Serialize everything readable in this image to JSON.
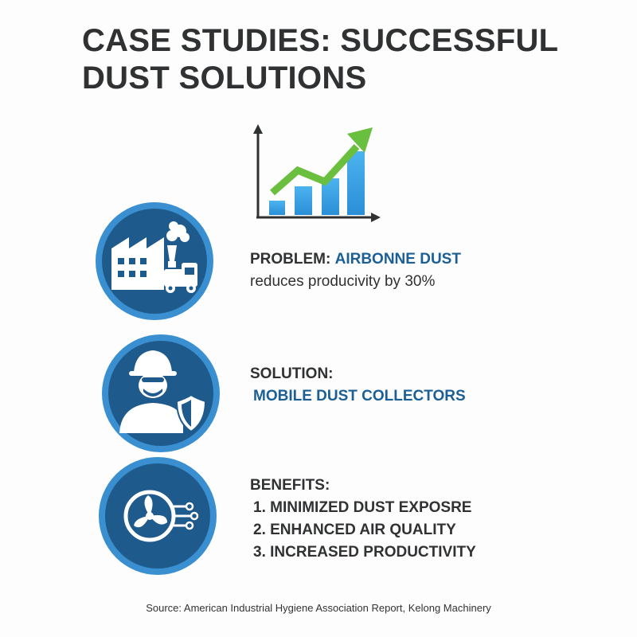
{
  "title": "CASE STUDIES: SUCCESSFUL DUST SOLUTIONS",
  "colors": {
    "circle_dark": "#1e5a8c",
    "circle_ring": "#3a8fd1",
    "accent_text": "#1b5f95",
    "chart_bar": "#3ea2e5",
    "chart_arrow": "#6abf3f"
  },
  "icons": {
    "chart": "growth-chart-icon",
    "problem": "factory-icon",
    "solution": "worker-shield-icon",
    "benefits": "fan-icon"
  },
  "problem": {
    "label": "PROBLEM:",
    "highlight": "AIRBONNE DUST",
    "text": "reduces producivity by 30%"
  },
  "solution": {
    "label": "SOLUTION:",
    "highlight": "MOBILE DUST COLLECTORS"
  },
  "benefits": {
    "label": "BENEFITS:",
    "items": [
      "1. MINIMIZED DUST EXPOSRE",
      "2. ENHANCED AIR QUALITY",
      "3. INCREASED PRODUCTIVITY"
    ]
  },
  "source": "Source: American Industrial Hygiene Association Report, Kelong Machinery"
}
